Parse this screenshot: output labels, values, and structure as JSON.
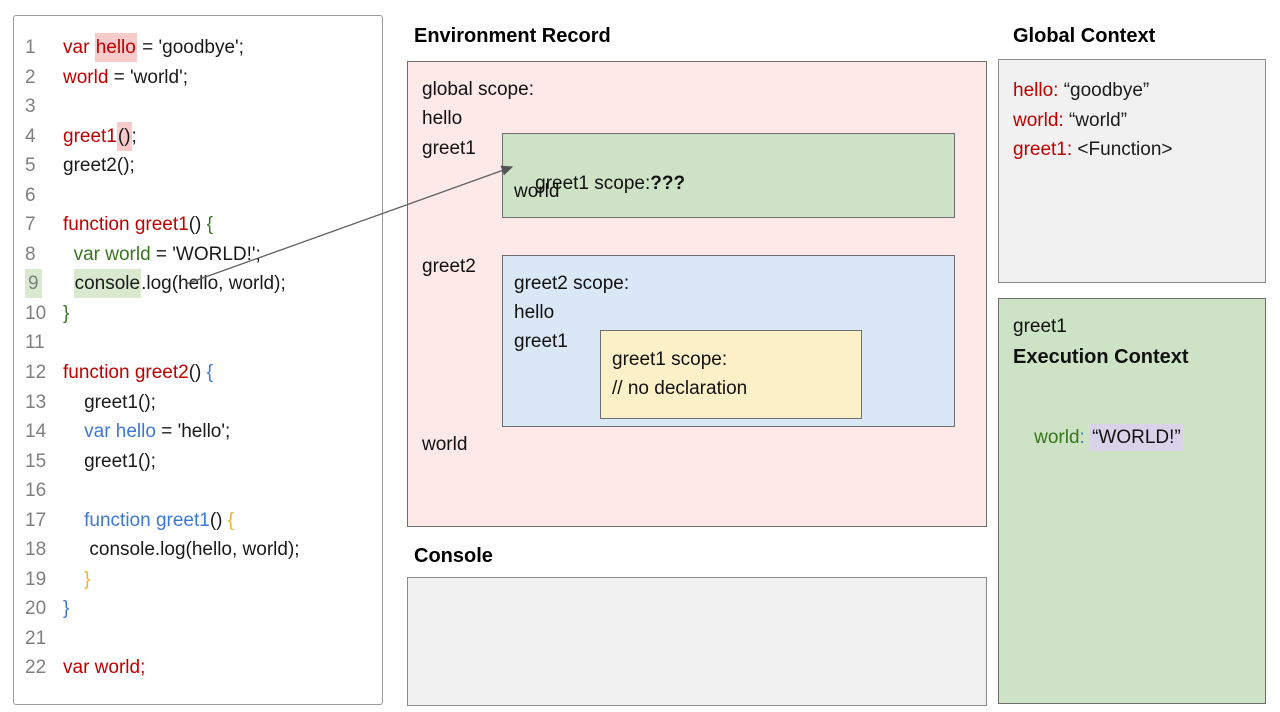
{
  "code_panel": {
    "lines": [
      {
        "num": "1",
        "segments": [
          {
            "t": "var ",
            "c": "red"
          },
          {
            "t": "hello",
            "c": "red",
            "hl": "pink"
          },
          {
            "t": " = 'goodbye';",
            "c": "black"
          }
        ]
      },
      {
        "num": "2",
        "segments": [
          {
            "t": "world",
            "c": "red"
          },
          {
            "t": " = 'world';",
            "c": "black"
          }
        ]
      },
      {
        "num": "3",
        "segments": []
      },
      {
        "num": "4",
        "segments": [
          {
            "t": "greet1",
            "c": "red"
          },
          {
            "t": "()",
            "c": "black",
            "hl": "pink"
          },
          {
            "t": ";",
            "c": "black"
          }
        ]
      },
      {
        "num": "5",
        "segments": [
          {
            "t": "greet2();",
            "c": "black"
          }
        ]
      },
      {
        "num": "6",
        "segments": []
      },
      {
        "num": "7",
        "segments": [
          {
            "t": "function greet1",
            "c": "red"
          },
          {
            "t": "() ",
            "c": "black"
          },
          {
            "t": "{",
            "c": "green"
          }
        ]
      },
      {
        "num": "8",
        "segments": [
          {
            "t": "  ",
            "c": "black"
          },
          {
            "t": "var world",
            "c": "green"
          },
          {
            "t": " = 'WORLD!';",
            "c": "black"
          }
        ]
      },
      {
        "num": "9",
        "num_highlight": true,
        "segments": [
          {
            "t": "  ",
            "c": "black"
          },
          {
            "t": "console",
            "c": "black",
            "hl": "green"
          },
          {
            "t": ".log(hello, world);",
            "c": "black"
          }
        ]
      },
      {
        "num": "10",
        "segments": [
          {
            "t": "}",
            "c": "green"
          }
        ]
      },
      {
        "num": "11",
        "segments": []
      },
      {
        "num": "12",
        "segments": [
          {
            "t": "function greet2",
            "c": "red"
          },
          {
            "t": "() ",
            "c": "black"
          },
          {
            "t": "{",
            "c": "blue"
          }
        ]
      },
      {
        "num": "13",
        "segments": [
          {
            "t": "    greet1();",
            "c": "black"
          }
        ]
      },
      {
        "num": "14",
        "segments": [
          {
            "t": "    ",
            "c": "black"
          },
          {
            "t": "var hello",
            "c": "blue"
          },
          {
            "t": " = 'hello';",
            "c": "black"
          }
        ]
      },
      {
        "num": "15",
        "segments": [
          {
            "t": "    greet1();",
            "c": "black"
          }
        ]
      },
      {
        "num": "16",
        "segments": []
      },
      {
        "num": "17",
        "segments": [
          {
            "t": "    ",
            "c": "black"
          },
          {
            "t": "function greet1",
            "c": "blue"
          },
          {
            "t": "() ",
            "c": "black"
          },
          {
            "t": "{",
            "c": "gold"
          }
        ]
      },
      {
        "num": "18",
        "segments": [
          {
            "t": "     console.log(hello, world);",
            "c": "black"
          }
        ]
      },
      {
        "num": "19",
        "segments": [
          {
            "t": "    ",
            "c": "black"
          },
          {
            "t": "}",
            "c": "gold"
          }
        ]
      },
      {
        "num": "20",
        "segments": [
          {
            "t": "}",
            "c": "blue"
          }
        ]
      },
      {
        "num": "21",
        "segments": []
      },
      {
        "num": "22",
        "segments": [
          {
            "t": "var world;",
            "c": "red"
          }
        ]
      }
    ]
  },
  "environment_record": {
    "title": "Environment Record",
    "global_scope": {
      "label": "global scope:",
      "var_hello": "hello",
      "var_greet1": "greet1",
      "var_greet2": "greet2",
      "var_world": "world"
    },
    "greet1_scope": {
      "label": "greet1 scope:",
      "question": "???",
      "var_world": "world"
    },
    "greet2_scope": {
      "label": "greet2 scope:",
      "var_hello": "hello",
      "var_greet1": "greet1"
    },
    "inner_greet1_scope": {
      "label": "greet1 scope:",
      "comment": "// no declaration"
    }
  },
  "console_section": {
    "title": "Console"
  },
  "global_context": {
    "title": "Global Context",
    "entries": [
      {
        "key": "hello:",
        "value": " “goodbye”"
      },
      {
        "key": "world:",
        "value": " “world”"
      },
      {
        "key": "greet1:",
        "value": " <Function>"
      }
    ]
  },
  "execution_context": {
    "function_name": "greet1",
    "title": "Execution Context",
    "key": "world",
    "colon": ":",
    "value": "“WORLD!”"
  },
  "colors": {
    "code_red": "#c00000",
    "code_green": "#38761d",
    "code_blue": "#3c78d8",
    "code_gold": "#f0b429",
    "line_number_gray": "#7f7f7f",
    "pink_box_fill": "#fce9e8",
    "green_box_fill": "#cee3c5",
    "blue_box_fill": "#dae7f6",
    "yellow_box_fill": "#fcf0c8",
    "gray_box_fill": "#f1f1f1",
    "pink_highlight": "#f6cbc9",
    "green_highlight": "#d8e9d0",
    "lavender_highlight": "#d9d2e9"
  }
}
